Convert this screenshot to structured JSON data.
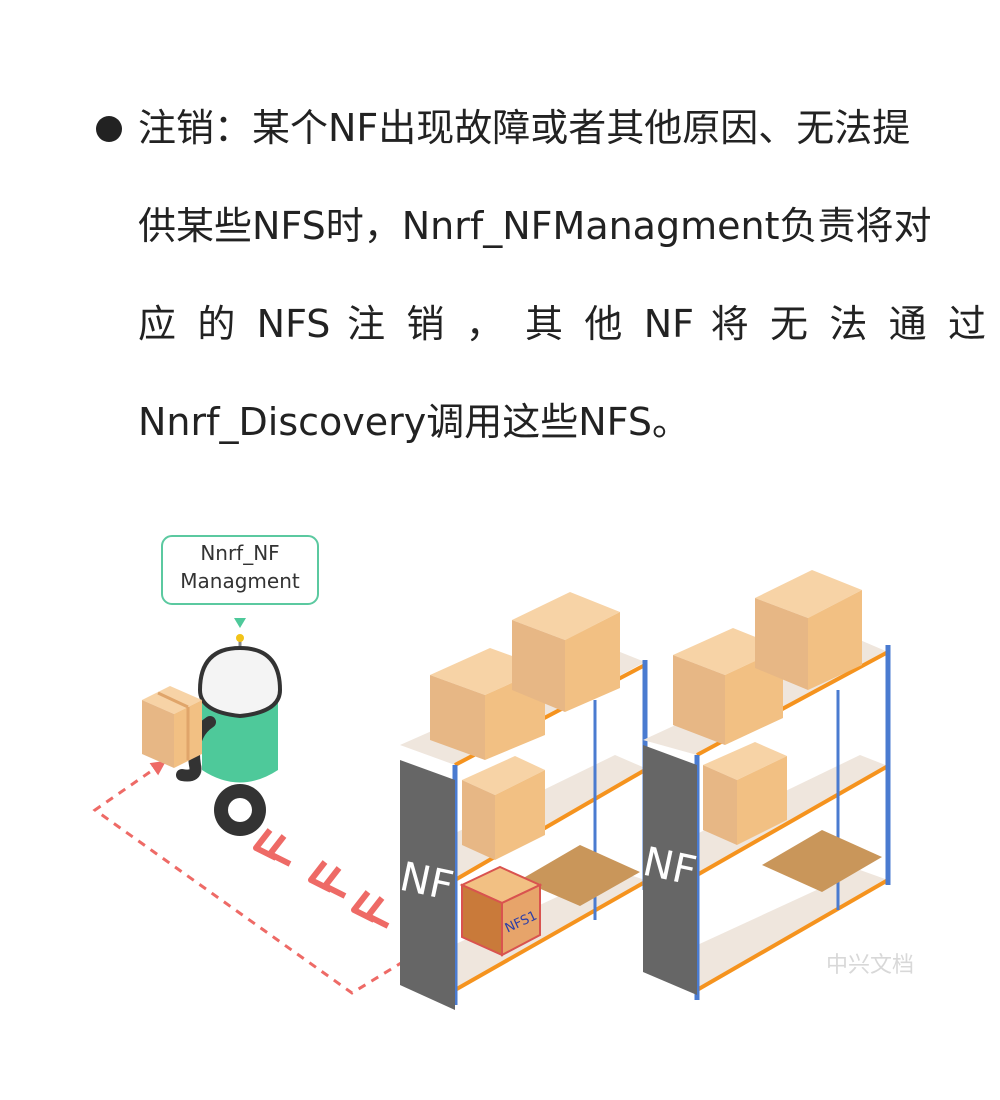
{
  "text": {
    "lines": [
      "注销：某个NF出现故障或者其他原因、无法提",
      "供某些NFS时，Nnrf_NFManagment负责将对",
      "应 的 NFS 注 销 ， 其 他 NF 将 无 法 通 过",
      "Nnrf_Discovery调用这些NFS。"
    ]
  },
  "illustration": {
    "bubble_line1": "Nnrf_NF",
    "bubble_line2": "Managment",
    "rack_label_1": "NF",
    "rack_label_2": "NF",
    "box_label": "NFS1",
    "watermark": "中兴文档"
  },
  "colors": {
    "robot_body": "#4ec99a",
    "robot_head": "#f4f4f4",
    "rack_upright": "#666666",
    "shelf_beam": "#f5931e",
    "rack_post": "#4a7bd0",
    "box": "#f2c083",
    "dashed_path": "#ee6a66",
    "bubble_border": "#5bc9a0"
  }
}
